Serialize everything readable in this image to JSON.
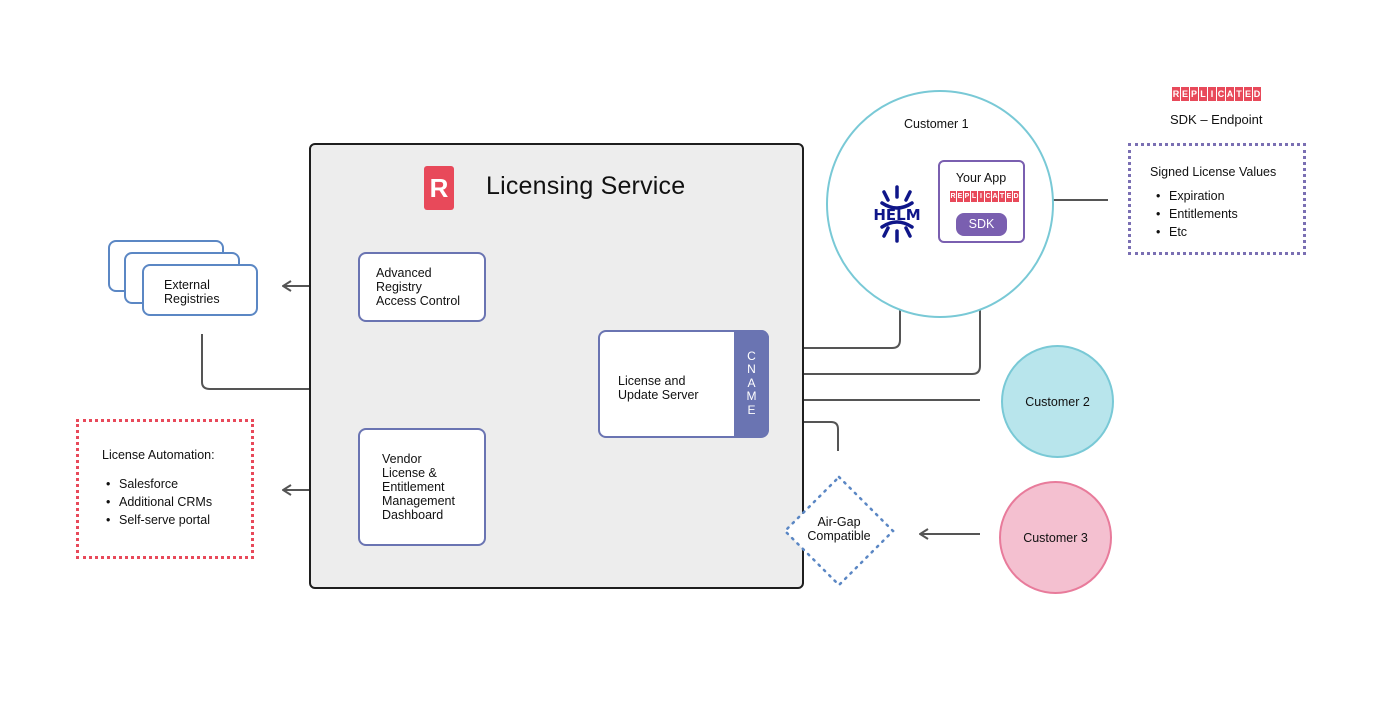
{
  "service": {
    "logo_letter": "R",
    "title": "Licensing Service"
  },
  "boxes": {
    "external_registries": "External Registries",
    "registry_access": [
      "Advanced",
      "Registry",
      "Access Control"
    ],
    "license_server": [
      "License and",
      "Update Server"
    ],
    "cname": [
      "C",
      "N",
      "A",
      "M",
      "E"
    ],
    "vendor_dashboard": [
      "Vendor",
      "License &",
      "Entitlement",
      "Management",
      "Dashboard"
    ]
  },
  "license_automation": {
    "title": "License Automation:",
    "items": [
      "Salesforce",
      "Additional CRMs",
      "Self-serve portal"
    ]
  },
  "customer1": {
    "label": "Customer 1",
    "helm_label": "HELM",
    "app_title": "Your App",
    "sdk_label": "SDK"
  },
  "replicated_brand": {
    "letters": [
      "R",
      "E",
      "P",
      "L",
      "I",
      "C",
      "A",
      "T",
      "E",
      "D"
    ],
    "color": "#e8495a"
  },
  "sdk_endpoint": {
    "title": "SDK – Endpoint",
    "box_title": "Signed License Values",
    "items": [
      "Expiration",
      "Entitlements",
      "Etc"
    ]
  },
  "customer2": {
    "label": "Customer 2",
    "color": "#b8e5ec"
  },
  "customer3": {
    "label": "Customer 3",
    "color": "#f4c0d0"
  },
  "airgap": {
    "lines": [
      "Air-Gap",
      "Compatible"
    ]
  }
}
